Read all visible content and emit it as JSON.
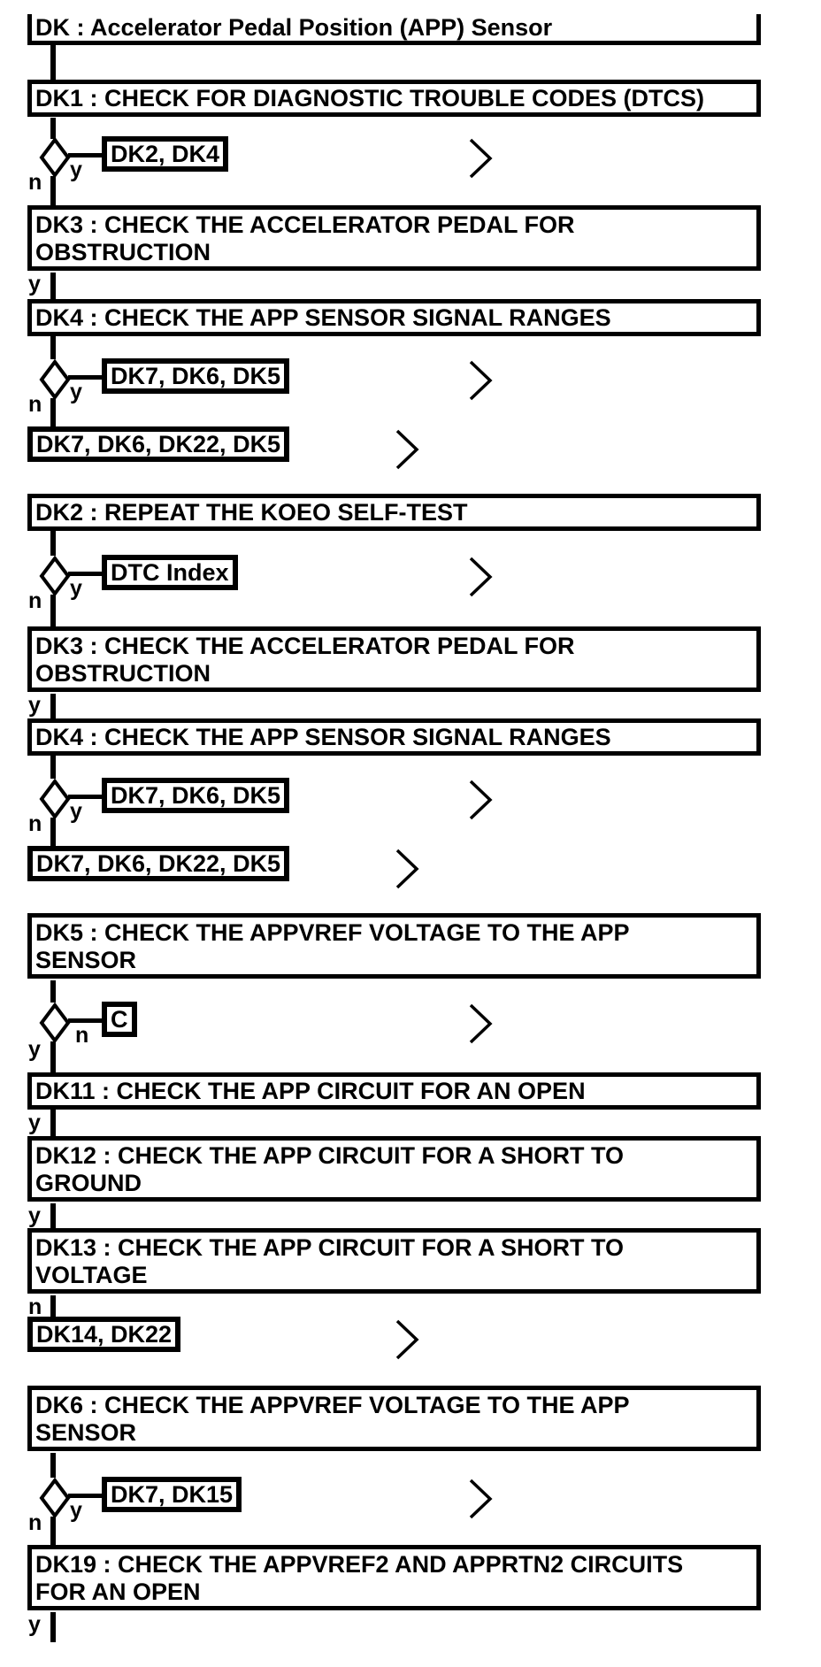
{
  "flowchart": {
    "title": "DK : Accelerator Pedal Position (APP) Sensor",
    "labels": {
      "yes": "y",
      "no": "n"
    },
    "steps": {
      "dk1": "DK1 : CHECK FOR DIAGNOSTIC TROUBLE CODES (DTCS)",
      "dk2": "DK2 : REPEAT THE KOEO SELF-TEST",
      "dk3_line1": "DK3 : CHECK THE ACCELERATOR PEDAL FOR",
      "dk3_line2": "OBSTRUCTION",
      "dk4": "DK4 : CHECK THE APP SENSOR SIGNAL RANGES",
      "dk5_line1": "DK5 : CHECK THE APPVREF VOLTAGE TO THE APP",
      "dk5_line2": "SENSOR",
      "dk6_line1": "DK6 : CHECK THE APPVREF VOLTAGE TO THE APP",
      "dk6_line2": "SENSOR",
      "dk11": "DK11 : CHECK THE APP CIRCUIT FOR AN OPEN",
      "dk12_line1": "DK12 : CHECK THE APP CIRCUIT FOR A SHORT TO",
      "dk12_line2": "GROUND",
      "dk13_line1": "DK13 : CHECK THE APP CIRCUIT FOR A SHORT TO",
      "dk13_line2": "VOLTAGE",
      "dk19_line1": "DK19 : CHECK THE APPVREF2 AND APPRTN2 CIRCUITS",
      "dk19_line2": "FOR AN OPEN"
    },
    "refs": {
      "dk2_dk4": "DK2, DK4",
      "dk7_dk6_dk5": "DK7, DK6, DK5",
      "dk7_dk6_dk22_dk5": "DK7, DK6, DK22, DK5",
      "dtc_index": "DTC Index",
      "c": "C",
      "dk14_dk22": "DK14, DK22",
      "dk7_dk15": "DK7, DK15"
    },
    "colors": {
      "line": "#000000",
      "background": "#ffffff"
    }
  }
}
